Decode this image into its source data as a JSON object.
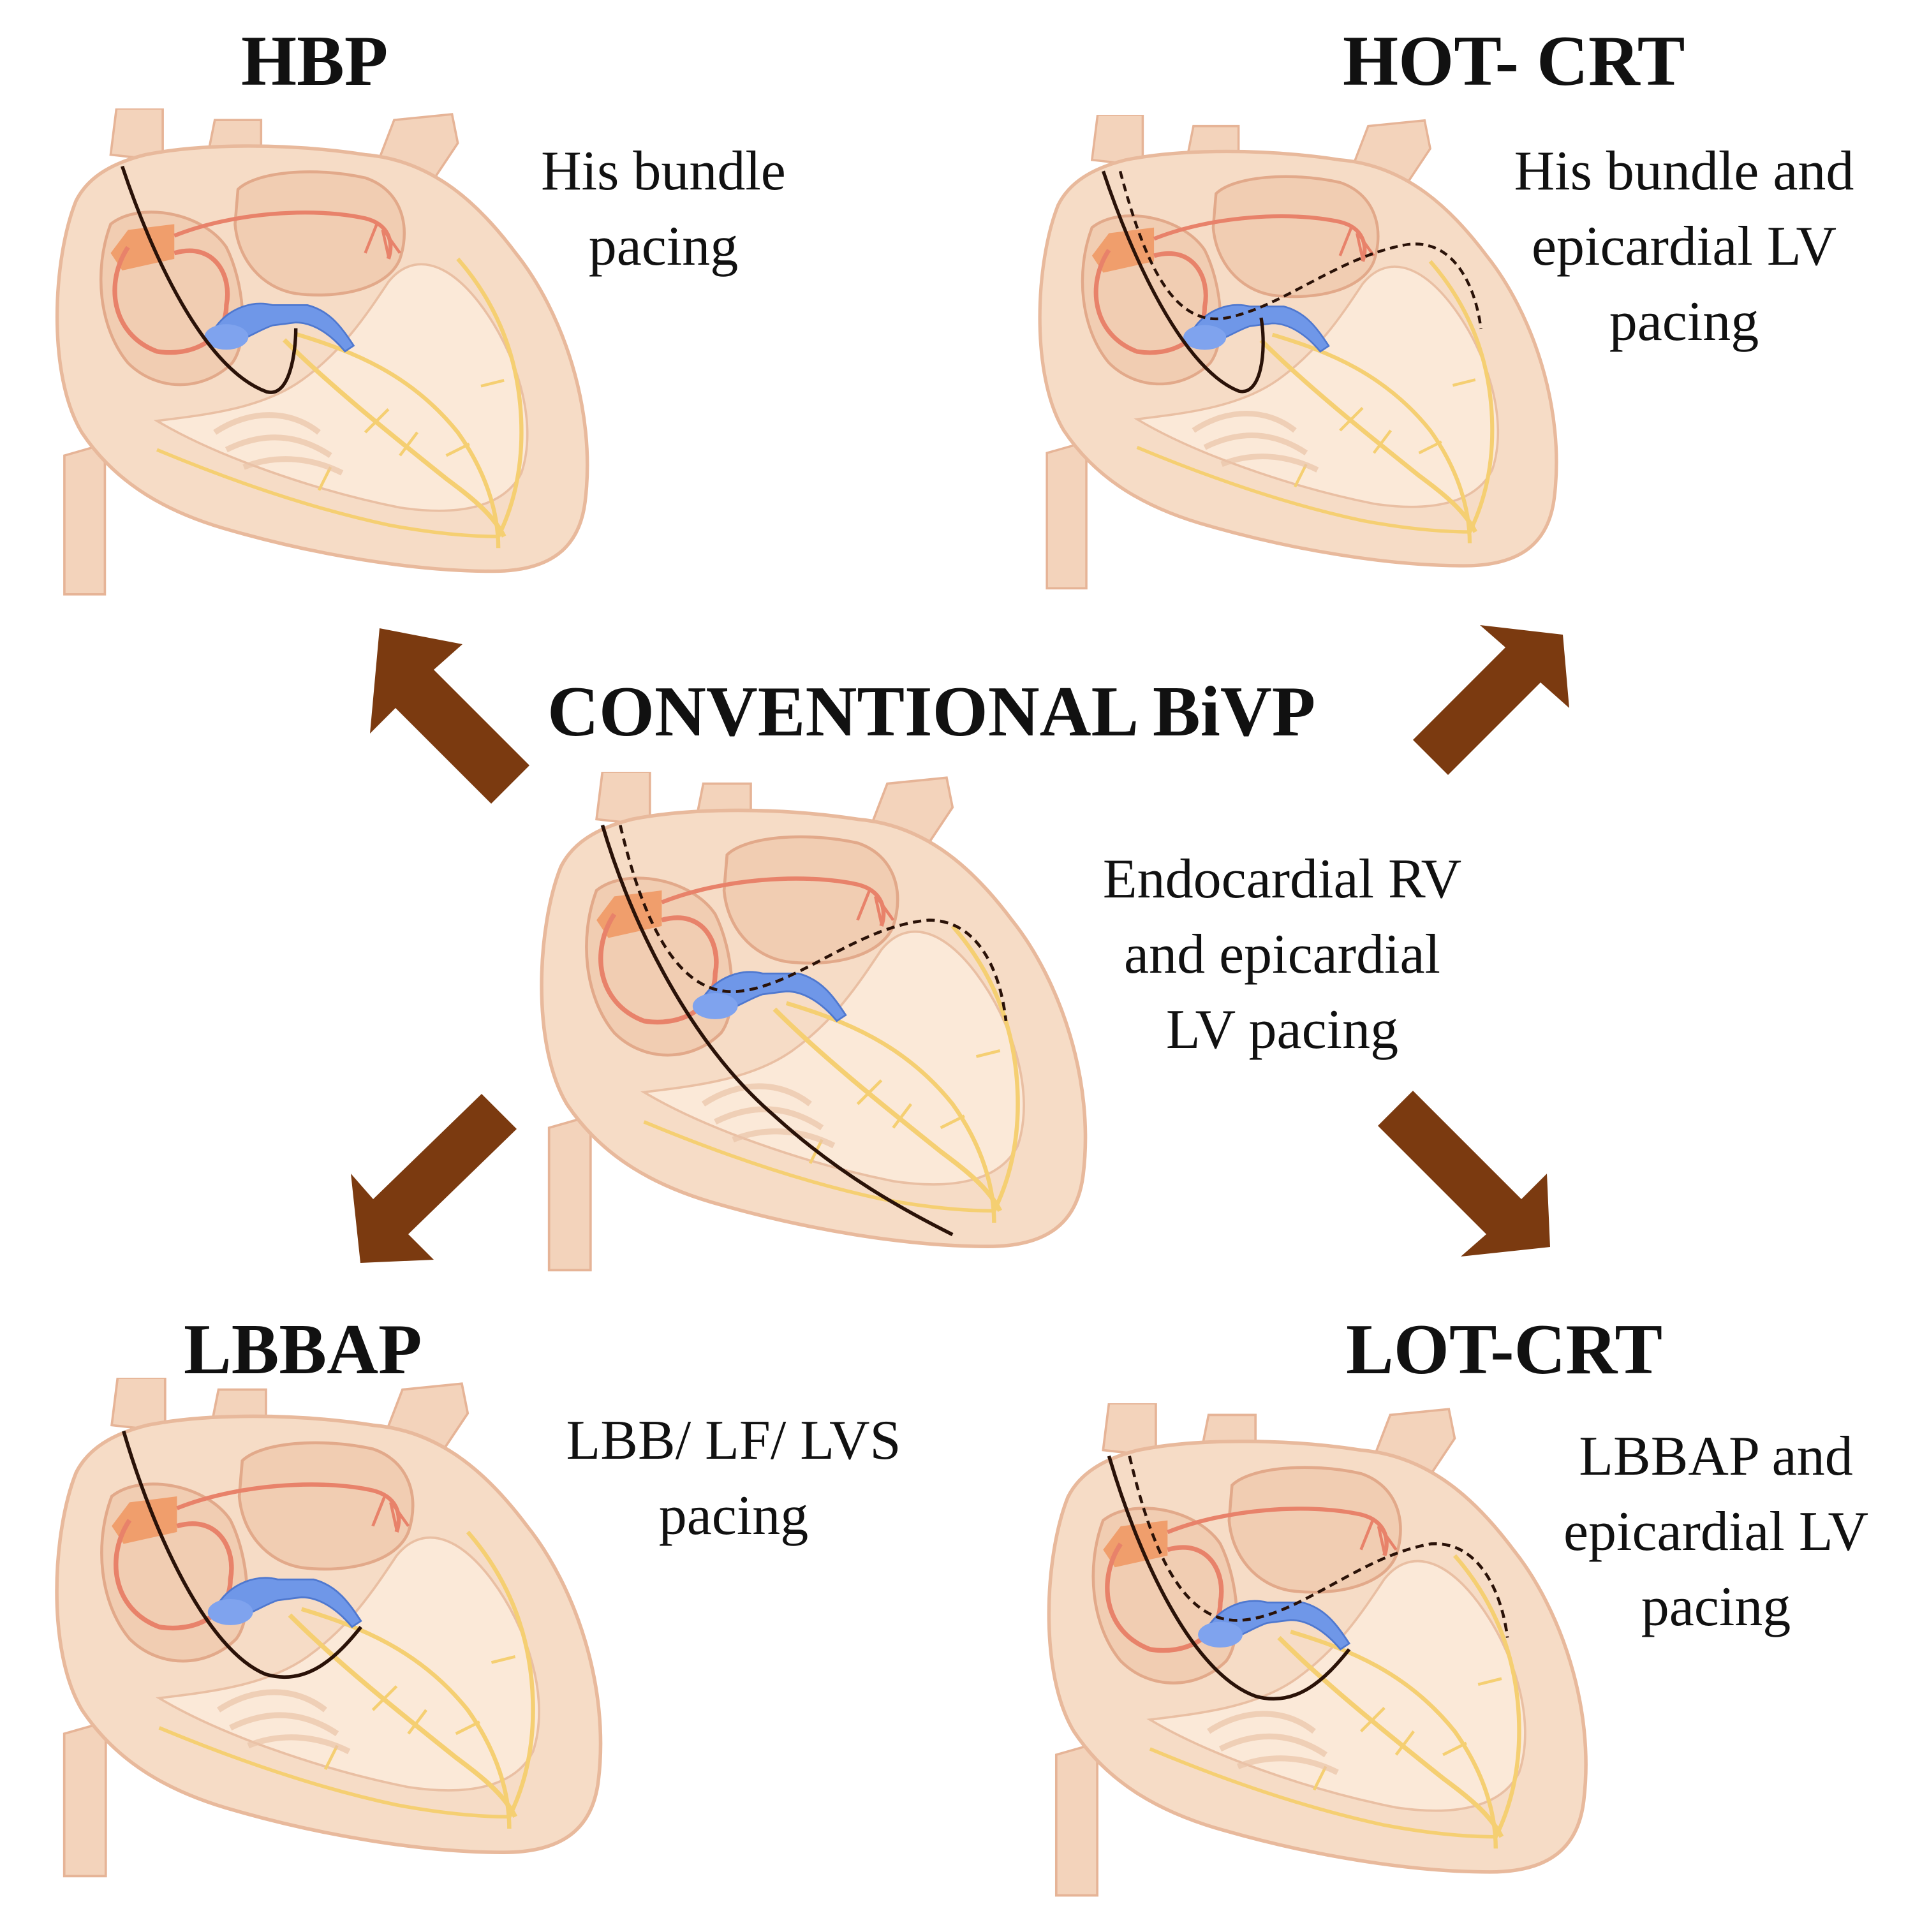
{
  "colors": {
    "arrow": "#7b3a10",
    "heart_body": "#f6dcc6",
    "heart_outline": "#e8b99c",
    "conduction_red": "#e8826a",
    "his_bundle_blue": "#6f97e8",
    "purkinje_yellow": "#f5cf72",
    "lead": "#2a1208"
  },
  "center": {
    "title": "CONVENTIONAL BiVP",
    "lines": [
      "Endocardial RV",
      "and epicardial",
      "LV pacing"
    ]
  },
  "panels": {
    "hbp": {
      "title": "HBP",
      "lines": [
        "His bundle",
        "pacing"
      ]
    },
    "hot_crt": {
      "title": "HOT- CRT",
      "lines": [
        "His bundle and",
        "epicardial LV",
        "pacing"
      ]
    },
    "lbbap": {
      "title": "LBBAP",
      "lines": [
        "LBB/ LF/ LVS",
        "pacing"
      ]
    },
    "lot_crt": {
      "title": "LOT-CRT",
      "lines": [
        "LBBAP and",
        "epicardial LV",
        "pacing"
      ]
    }
  }
}
